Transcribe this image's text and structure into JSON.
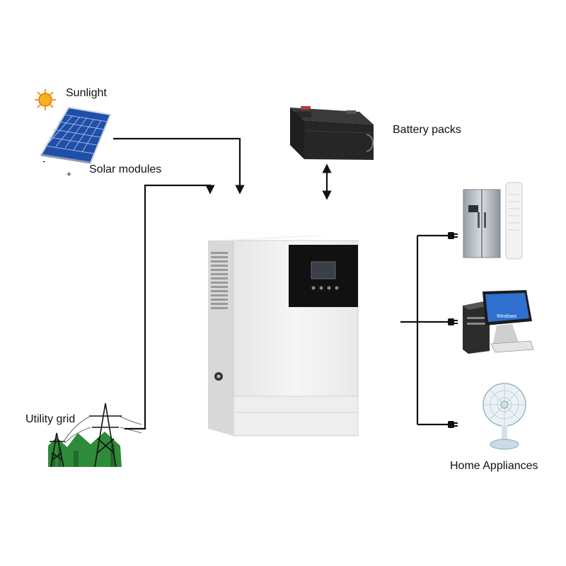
{
  "labels": {
    "sunlight": "Sunlight",
    "solar_modules": "Solar modules",
    "battery_packs": "Battery packs",
    "utility_grid": "Utility grid",
    "home_appliances": "Home Appliances"
  },
  "panel_terminals": {
    "minus": "-",
    "plus": "+"
  },
  "monitor_text": "Windows",
  "colors": {
    "line": "#111111",
    "sun": "#f39c12",
    "solar_cell": "#1f4fa8",
    "inverter_body": "#eeeeee",
    "inverter_panel": "#111111",
    "lcd": "#3b4048",
    "grass": "#2e8b3a"
  }
}
